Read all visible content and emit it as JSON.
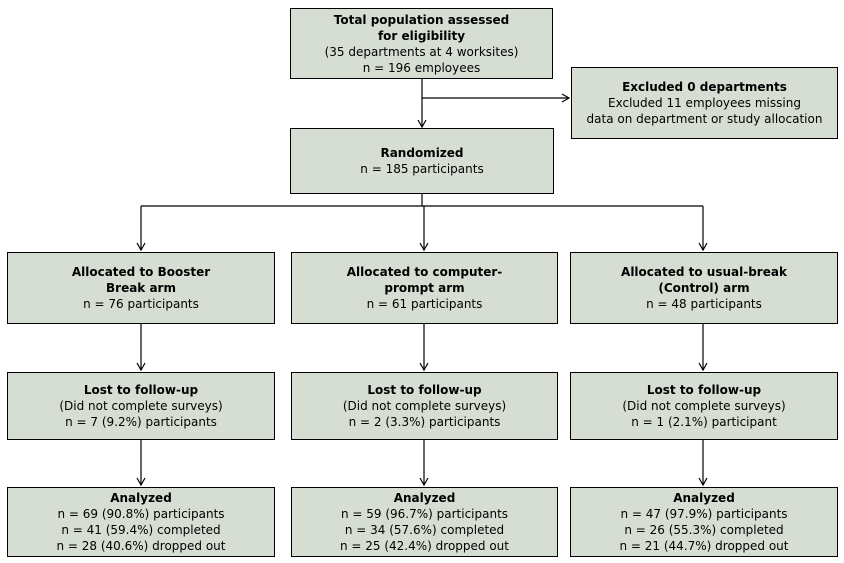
{
  "flowchart": {
    "type": "consort-flow-diagram",
    "colors": {
      "box_fill": "#d6ded3",
      "box_border": "#000000",
      "arrow": "#000000",
      "background": "#ffffff"
    },
    "boxes": {
      "eligibility": {
        "title": "Total population assessed\nfor eligibility",
        "body": "(35 departments at 4 worksites)\nn = 196 employees"
      },
      "excluded": {
        "title": "Excluded 0 departments",
        "body": "Excluded 11 employees missing\ndata on department or study allocation"
      },
      "randomized": {
        "title": "Randomized",
        "body": "n = 185 participants"
      },
      "arm_booster": {
        "title": "Allocated to Booster\nBreak arm",
        "body": "n = 76 participants"
      },
      "arm_computer": {
        "title": "Allocated to computer-\nprompt arm",
        "body": "n = 61 participants"
      },
      "arm_control": {
        "title": "Allocated to usual-break\n(Control) arm",
        "body": "n = 48 participants"
      },
      "lost_booster": {
        "title": "Lost to follow-up",
        "body": "(Did not complete surveys)\nn = 7 (9.2%) participants"
      },
      "lost_computer": {
        "title": "Lost to follow-up",
        "body": "(Did not complete surveys)\nn = 2 (3.3%) participants"
      },
      "lost_control": {
        "title": "Lost to follow-up",
        "body": "(Did not complete surveys)\nn = 1 (2.1%) participant"
      },
      "analyzed_booster": {
        "title": "Analyzed",
        "body": "n = 69 (90.8%) participants\nn = 41 (59.4%) completed\nn = 28 (40.6%) dropped out"
      },
      "analyzed_computer": {
        "title": "Analyzed",
        "body": "n = 59 (96.7%) participants\nn = 34 (57.6%) completed\nn = 25 (42.4%) dropped out"
      },
      "analyzed_control": {
        "title": "Analyzed",
        "body": "n = 47 (97.9%) participants\nn = 26 (55.3%) completed\nn = 21 (44.7%) dropped out"
      }
    }
  }
}
